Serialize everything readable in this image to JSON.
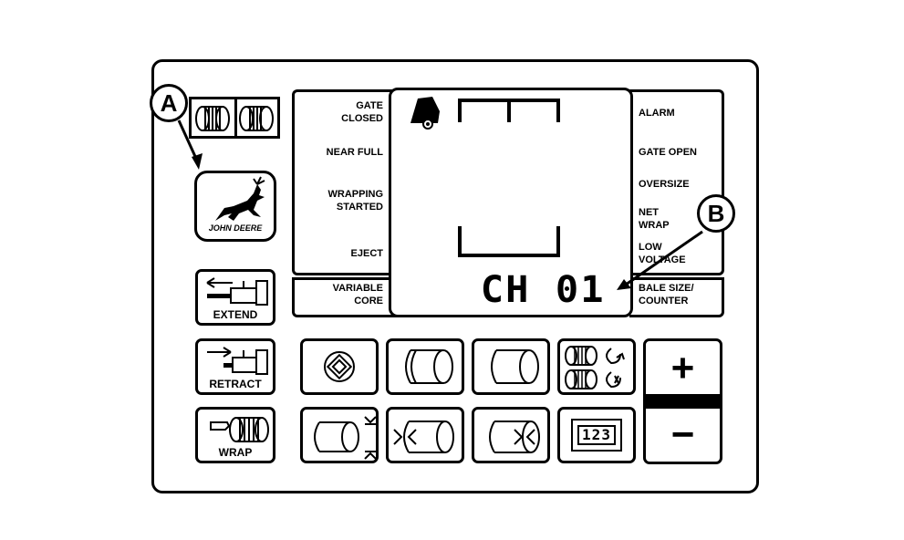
{
  "brand": {
    "logo_text": "JOHN DEERE"
  },
  "callouts": {
    "a": "A",
    "b": "B"
  },
  "left_labels": {
    "gate_closed": "GATE\nCLOSED",
    "near_full": "NEAR FULL",
    "wrapping_started": "WRAPPING\nSTARTED",
    "eject": "EJECT",
    "variable_core": "VARIABLE\nCORE"
  },
  "right_labels": {
    "alarm": "ALARM",
    "gate_open": "GATE OPEN",
    "oversize": "OVERSIZE",
    "net_wrap": "NET\nWRAP",
    "low_voltage": "LOW\nVOLTAGE",
    "bale_size_counter": "BALE SIZE/\nCOUNTER"
  },
  "display": {
    "channel_text": "CH 01"
  },
  "buttons": {
    "extend": "EXTEND",
    "retract": "RETRACT",
    "wrap": "WRAP",
    "plus": "+",
    "minus": "−",
    "counter_digits": "123"
  }
}
